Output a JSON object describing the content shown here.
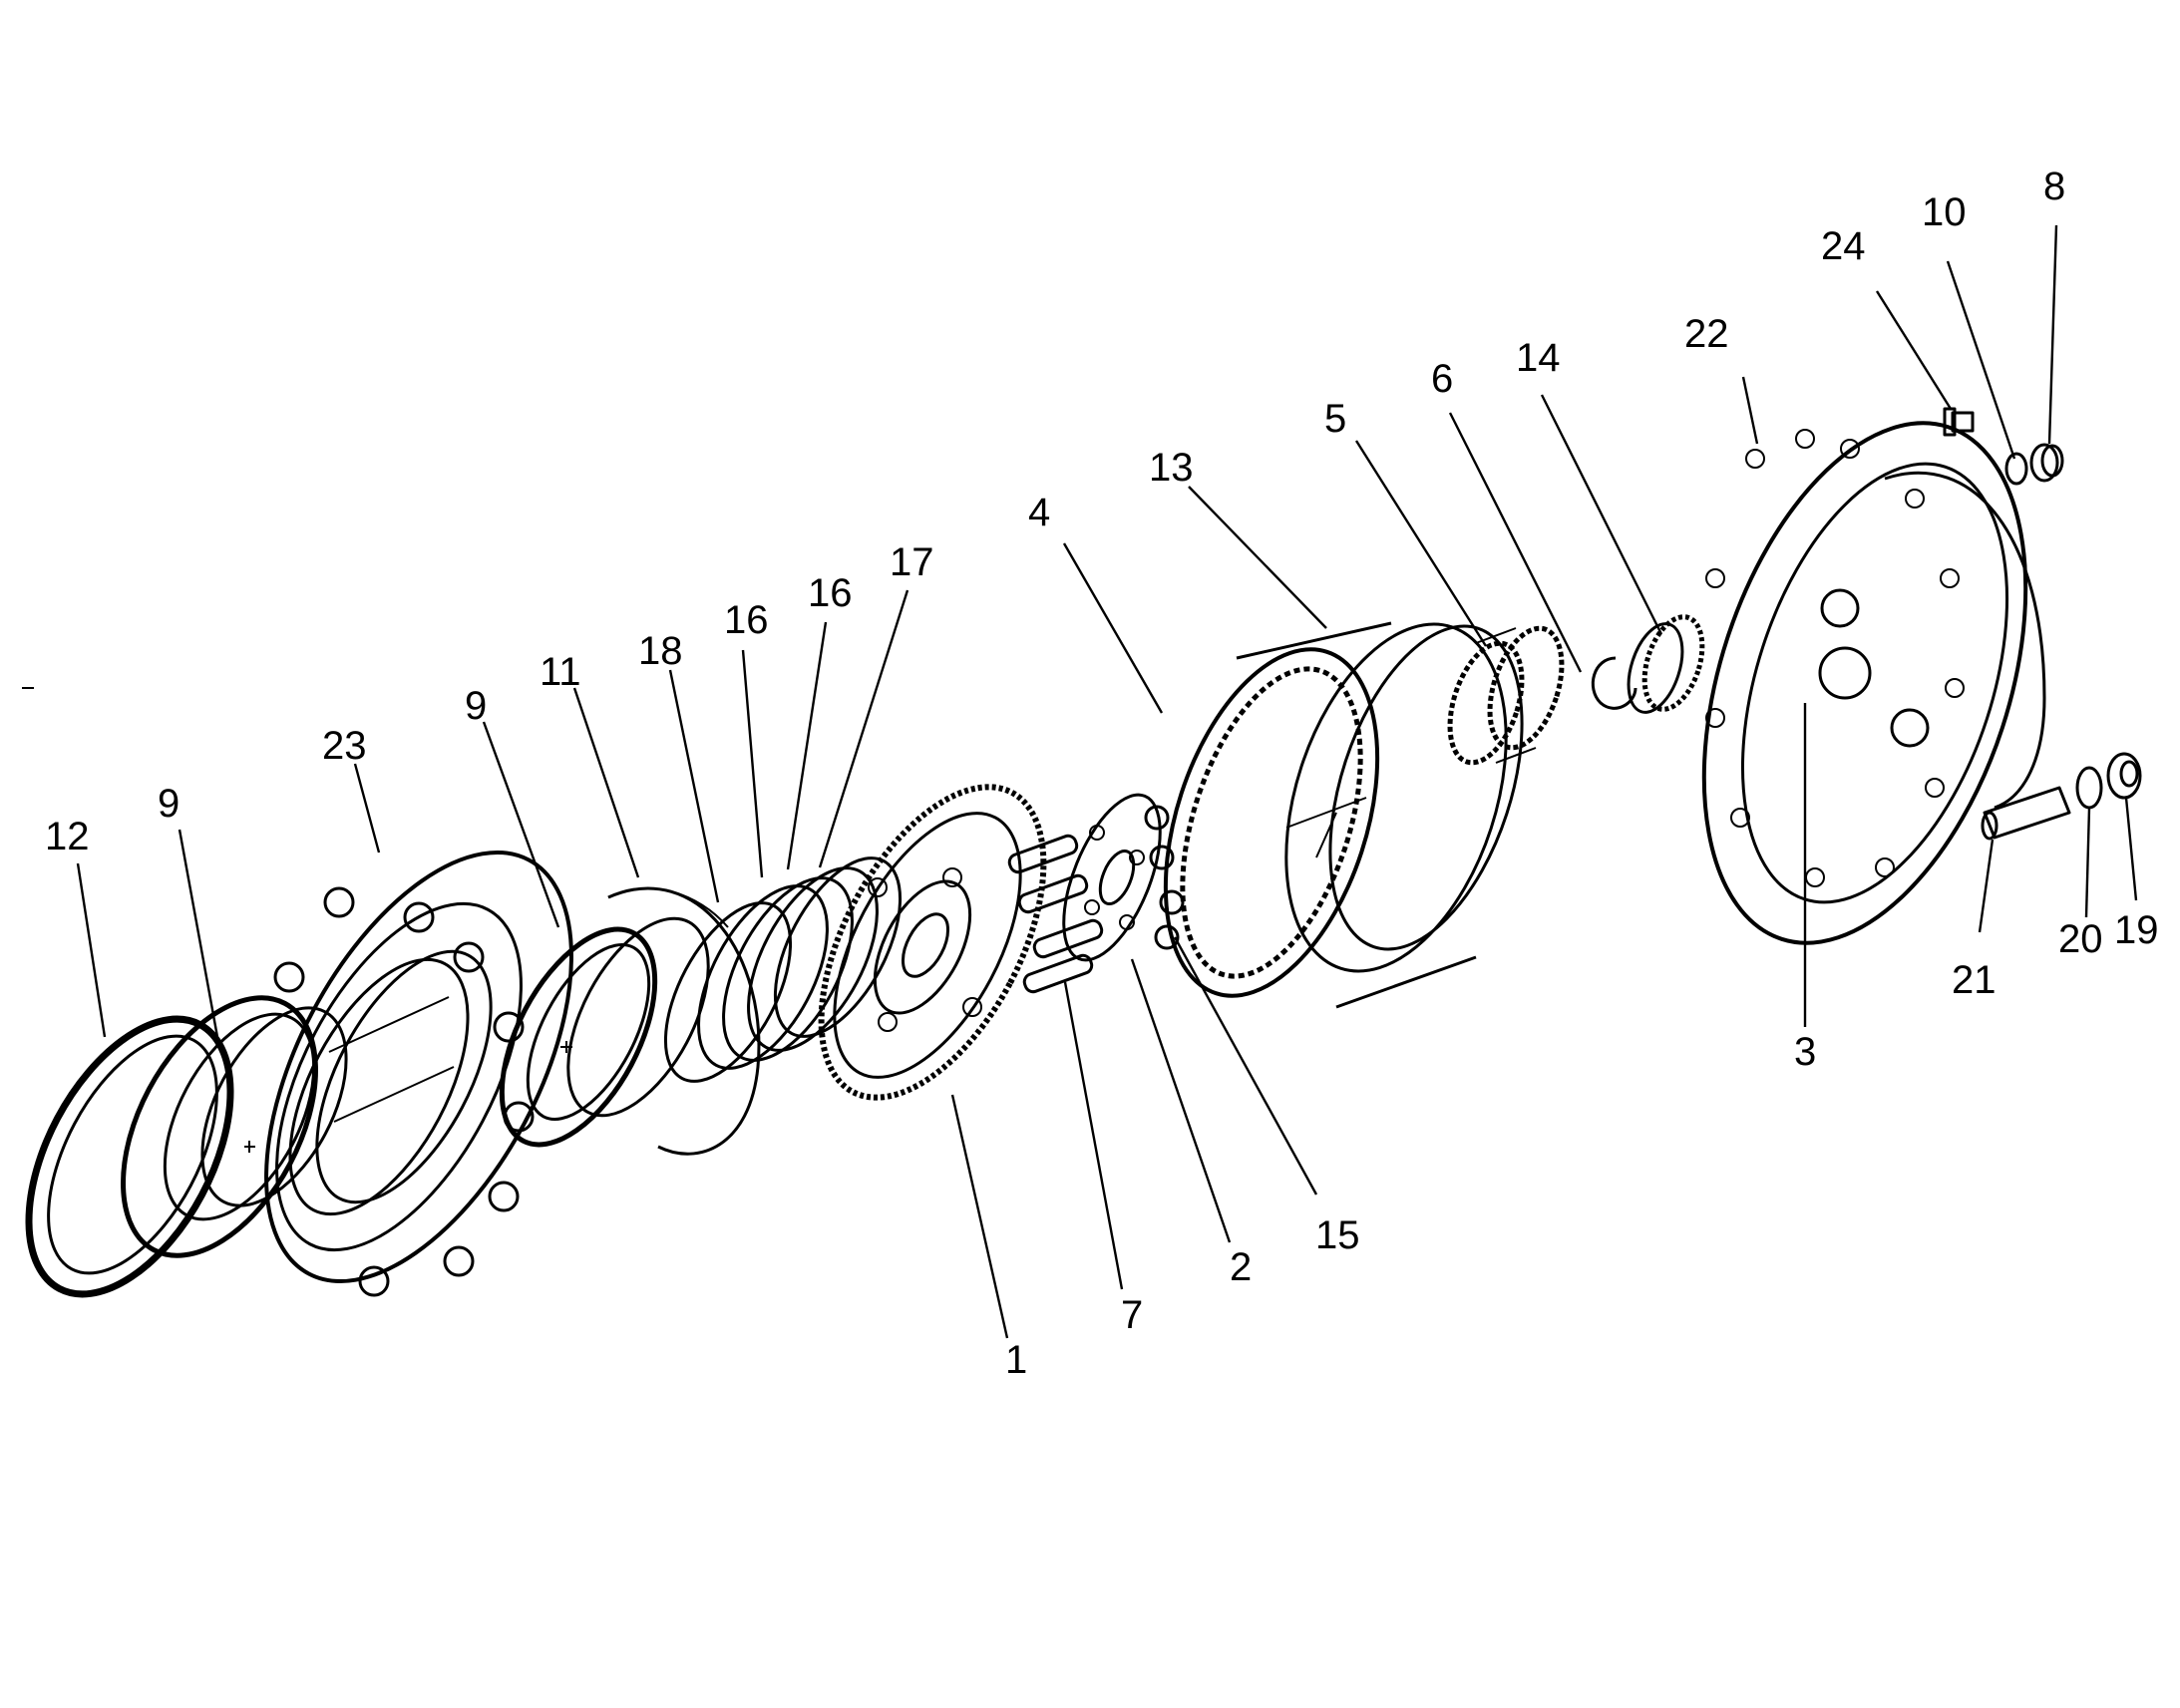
{
  "callouts": [
    {
      "id": "c12",
      "label": "12"
    },
    {
      "id": "c9a",
      "label": "9"
    },
    {
      "id": "c23",
      "label": "23"
    },
    {
      "id": "c9b",
      "label": "9"
    },
    {
      "id": "c11",
      "label": "11"
    },
    {
      "id": "c18",
      "label": "18"
    },
    {
      "id": "c16a",
      "label": "16"
    },
    {
      "id": "c16b",
      "label": "16"
    },
    {
      "id": "c17",
      "label": "17"
    },
    {
      "id": "c4",
      "label": "4"
    },
    {
      "id": "c13",
      "label": "13"
    },
    {
      "id": "c5",
      "label": "5"
    },
    {
      "id": "c6",
      "label": "6"
    },
    {
      "id": "c14",
      "label": "14"
    },
    {
      "id": "c22",
      "label": "22"
    },
    {
      "id": "c24",
      "label": "24"
    },
    {
      "id": "c10",
      "label": "10"
    },
    {
      "id": "c8",
      "label": "8"
    },
    {
      "id": "c1",
      "label": "1"
    },
    {
      "id": "c7",
      "label": "7"
    },
    {
      "id": "c2",
      "label": "2"
    },
    {
      "id": "c15",
      "label": "15"
    },
    {
      "id": "c3",
      "label": "3"
    },
    {
      "id": "c21",
      "label": "21"
    },
    {
      "id": "c20",
      "label": "20"
    },
    {
      "id": "c19",
      "label": "19"
    }
  ]
}
